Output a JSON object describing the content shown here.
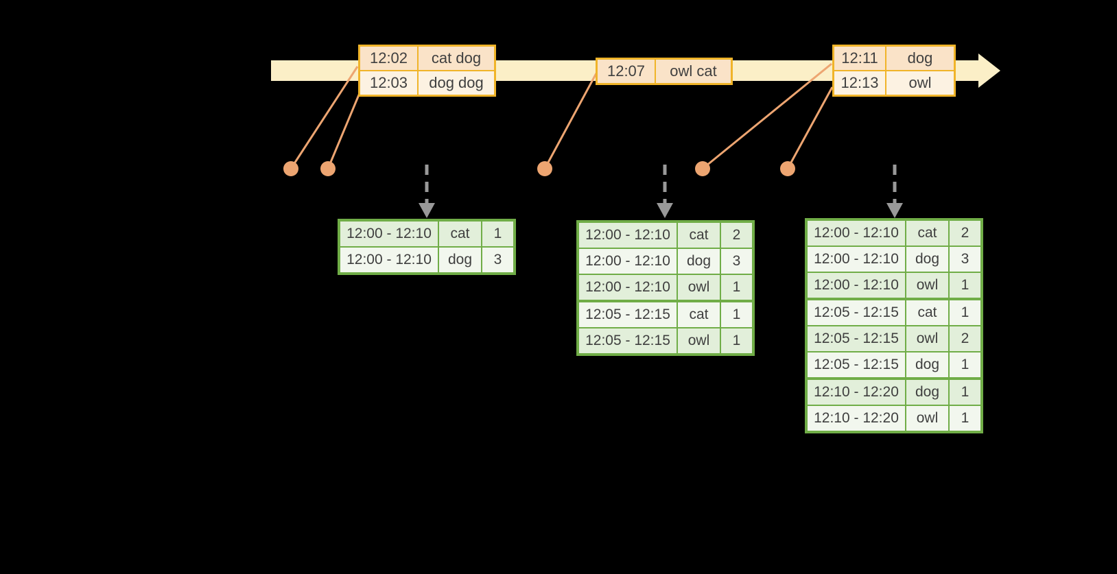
{
  "colors": {
    "background": "#000000",
    "timeline_band": "#FBEFC7",
    "event_table_border": "#F0B429",
    "event_row_dark": "#FAE3C8",
    "event_row_light": "#FCF2E2",
    "result_table_border": "#70AD47",
    "result_row_green": "#E2EFDA",
    "result_row_white": "#F2F7EE",
    "event_marker": "#EDA571",
    "trigger_arrow": "#999999",
    "text": "#3F3F3F"
  },
  "icons": {
    "timeline_arrowhead": "right-arrowhead",
    "trigger_arrow": "dashed-down-arrow",
    "event_dot": "filled-circle"
  },
  "timeline": {
    "event_tables": [
      {
        "rows": [
          {
            "time": "12:02",
            "words": "cat dog"
          },
          {
            "time": "12:03",
            "words": "dog dog"
          }
        ]
      },
      {
        "rows": [
          {
            "time": "12:07",
            "words": "owl cat"
          }
        ]
      },
      {
        "rows": [
          {
            "time": "12:11",
            "words": "dog"
          },
          {
            "time": "12:13",
            "words": "owl"
          }
        ]
      }
    ]
  },
  "result_tables": [
    {
      "rows": [
        {
          "window": "12:00 - 12:10",
          "word": "cat",
          "count": "1"
        },
        {
          "window": "12:00 - 12:10",
          "word": "dog",
          "count": "3"
        }
      ],
      "group_end_after": []
    },
    {
      "rows": [
        {
          "window": "12:00 - 12:10",
          "word": "cat",
          "count": "2"
        },
        {
          "window": "12:00 - 12:10",
          "word": "dog",
          "count": "3"
        },
        {
          "window": "12:00 - 12:10",
          "word": "owl",
          "count": "1"
        },
        {
          "window": "12:05 - 12:15",
          "word": "cat",
          "count": "1"
        },
        {
          "window": "12:05 - 12:15",
          "word": "owl",
          "count": "1"
        }
      ],
      "group_end_after": [
        3
      ]
    },
    {
      "rows": [
        {
          "window": "12:00 - 12:10",
          "word": "cat",
          "count": "2"
        },
        {
          "window": "12:00 - 12:10",
          "word": "dog",
          "count": "3"
        },
        {
          "window": "12:00 - 12:10",
          "word": "owl",
          "count": "1"
        },
        {
          "window": "12:05 - 12:15",
          "word": "cat",
          "count": "1"
        },
        {
          "window": "12:05 - 12:15",
          "word": "owl",
          "count": "2"
        },
        {
          "window": "12:05 - 12:15",
          "word": "dog",
          "count": "1"
        },
        {
          "window": "12:10 - 12:20",
          "word": "dog",
          "count": "1"
        },
        {
          "window": "12:10 - 12:20",
          "word": "owl",
          "count": "1"
        }
      ],
      "group_end_after": [
        3,
        6
      ]
    }
  ]
}
